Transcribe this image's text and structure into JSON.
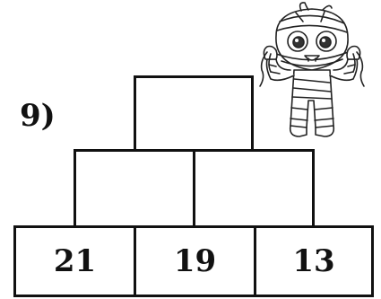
{
  "problem": {
    "number_label": "9)"
  },
  "pyramid": {
    "top": [
      ""
    ],
    "middle": [
      "",
      ""
    ],
    "bottom": [
      "21",
      "19",
      "13"
    ]
  },
  "illustration": {
    "icon": "mummy-cartoon-icon"
  }
}
